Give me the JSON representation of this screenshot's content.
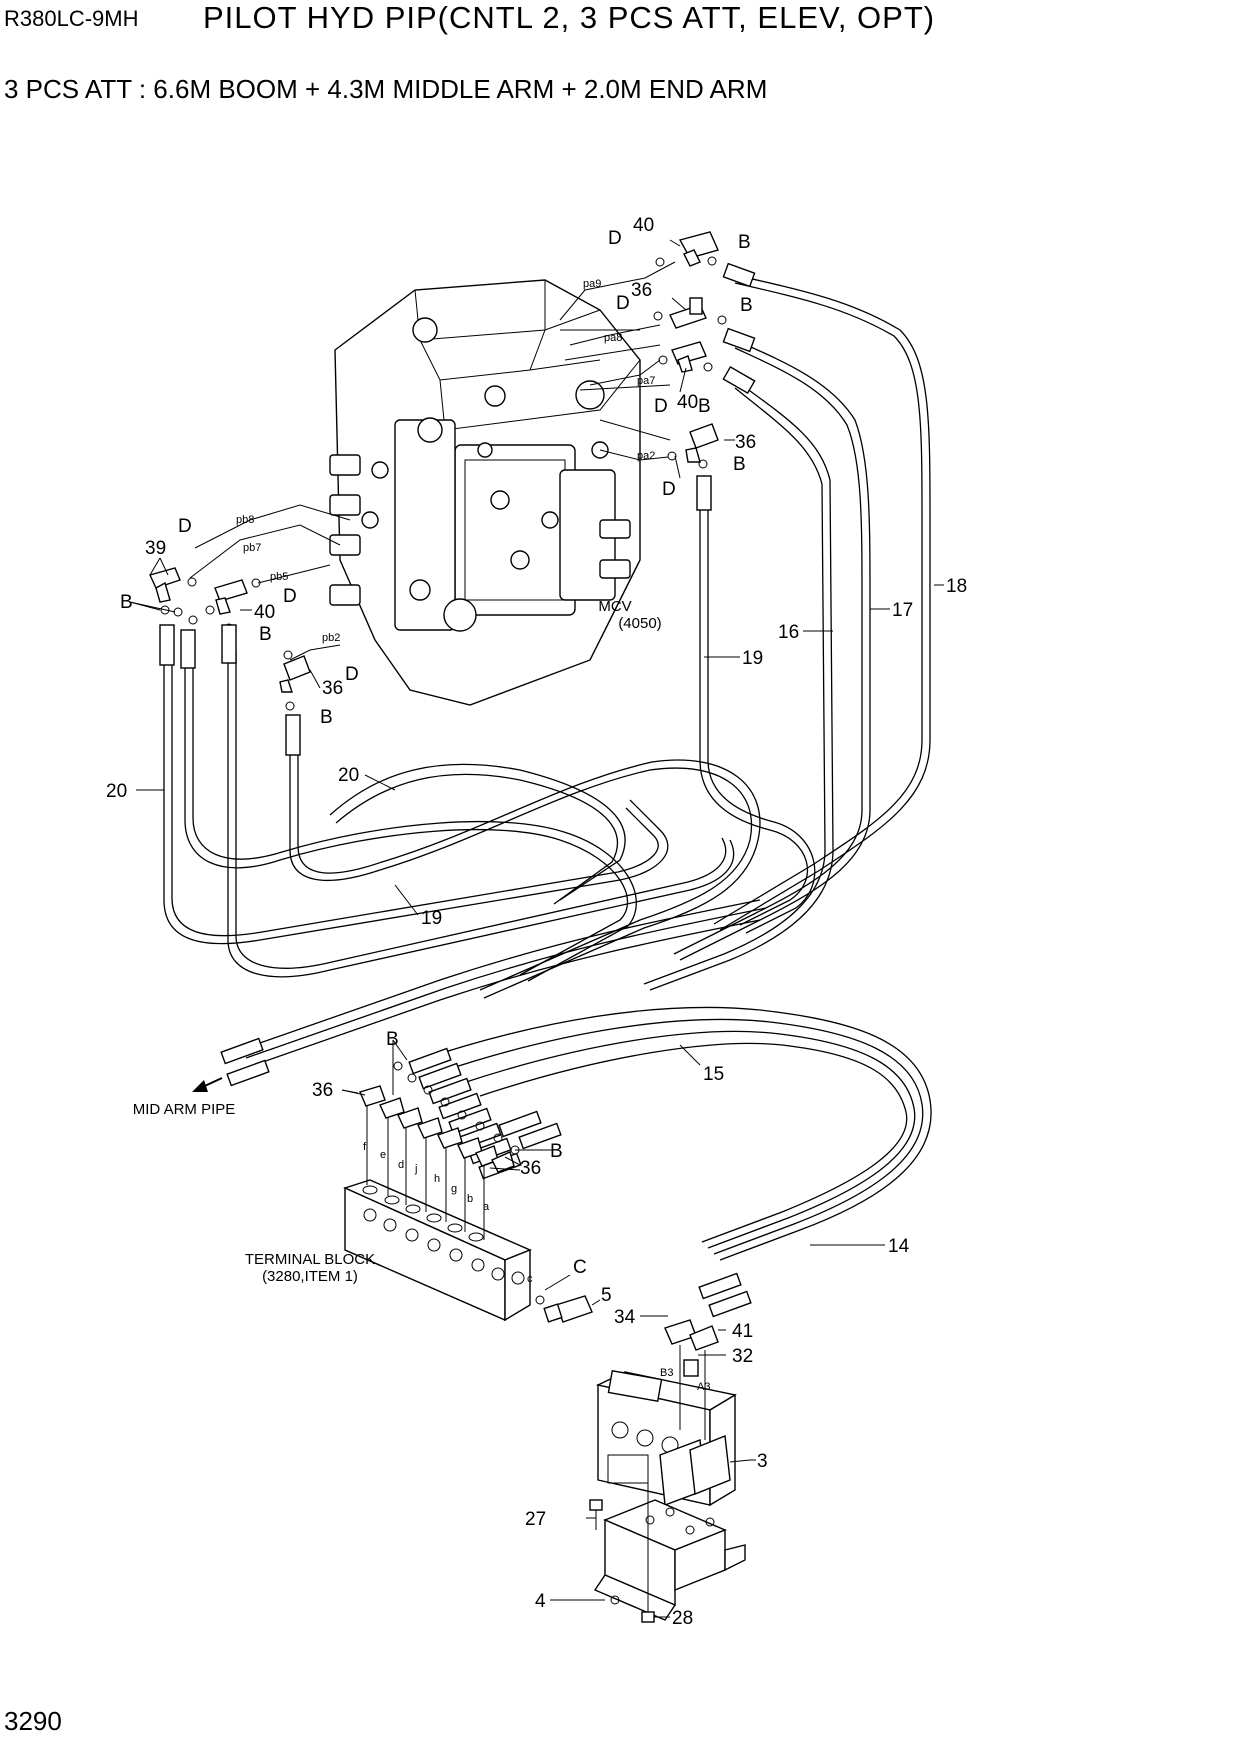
{
  "header": {
    "model": "R380LC-9MH",
    "title": "PILOT HYD PIP(CNTL 2, 3 PCS ATT, ELEV, OPT)",
    "subtitle": "3 PCS ATT : 6.6M BOOM + 4.3M MIDDLE ARM + 2.0M END ARM"
  },
  "page_number": "3290",
  "components": {
    "mcv": "MCV",
    "mcv_ref": "(4050)",
    "terminal_block": "TERMINAL BLOCK",
    "terminal_block_ref": "(3280,ITEM 1)",
    "mid_arm_pipe": "MID ARM PIPE"
  },
  "callouts": {
    "c40a": "40",
    "c36a": "36",
    "c40b": "40",
    "c36b": "36",
    "c39": "39",
    "c40c": "40",
    "c36c": "36",
    "c18": "18",
    "c17": "17",
    "c16": "16",
    "c19a": "19",
    "c20a": "20",
    "c20b": "20",
    "c19b": "19",
    "c15": "15",
    "c36d": "36",
    "c36e": "36",
    "c5": "5",
    "c14": "14",
    "c34": "34",
    "c41": "41",
    "c32": "32",
    "c3": "3",
    "c27": "27",
    "c4": "4",
    "c28": "28",
    "lD1": "D",
    "lB1": "B",
    "lD2": "D",
    "lB2": "B",
    "lD3": "D",
    "lB3": "B",
    "lB4": "B",
    "lD4": "D",
    "lD5": "D",
    "lB5": "B",
    "lB6": "B",
    "lD6": "D",
    "lD7": "D",
    "lB7": "B",
    "lB8": "B",
    "lB9": "B",
    "lB10": "B",
    "lC": "C"
  },
  "port_labels": {
    "pa9": "pa9",
    "pa8": "pa8",
    "pa7": "pa7",
    "pa2": "pa2",
    "pb8": "pb8",
    "pb7": "pb7",
    "pb5": "pb5",
    "pb2": "pb2",
    "f": "f",
    "e": "e",
    "d": "d",
    "j": "j",
    "h": "h",
    "g": "g",
    "b": "b",
    "a": "a",
    "c": "c",
    "B3": "B3",
    "A3": "A3"
  }
}
